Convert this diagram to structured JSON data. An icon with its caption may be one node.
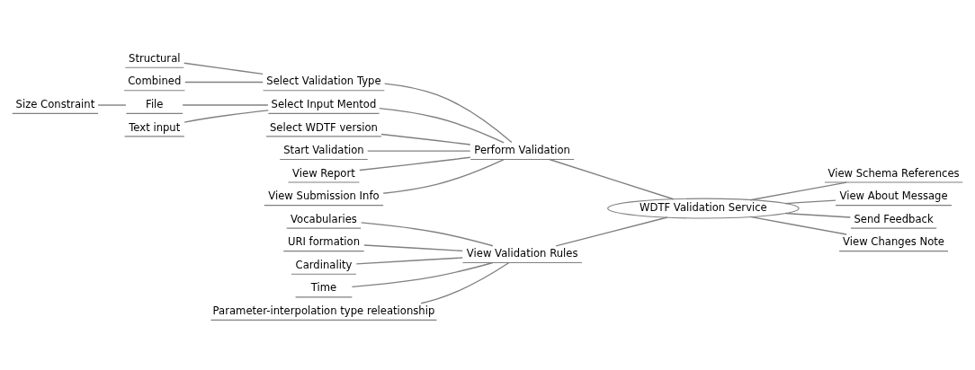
{
  "diagram": {
    "nodes": [
      {
        "text": [
          "WDTF Validation Service"
        ]
      },
      {
        "text": [
          "Perform Validation"
        ]
      },
      {
        "text": [
          "Select Validation Type"
        ]
      },
      {
        "text": [
          "Structural"
        ]
      },
      {
        "text": [
          "Combined"
        ]
      },
      {
        "text": [
          "Select Input Mentod"
        ]
      },
      {
        "text": [
          "File"
        ]
      },
      {
        "text": [
          "Size Constraint"
        ]
      },
      {
        "text": [
          "Text input"
        ]
      },
      {
        "text": [
          "Select WDTF version"
        ]
      },
      {
        "text": [
          "Start Validation"
        ]
      },
      {
        "text": [
          "View Report"
        ]
      },
      {
        "text": [
          "View Submission Info"
        ]
      },
      {
        "text": [
          "View Validation Rules"
        ]
      },
      {
        "text": [
          "Vocabularies"
        ]
      },
      {
        "text": [
          "URI formation"
        ]
      },
      {
        "text": [
          "Cardinality"
        ]
      },
      {
        "text": [
          "Time"
        ]
      },
      {
        "text": [
          "Parameter-interpolation type releationship"
        ]
      },
      {
        "text": [
          "View Schema References"
        ]
      },
      {
        "text": [
          "View About Message"
        ]
      },
      {
        "text": [
          "Send Feedback"
        ]
      },
      {
        "text": [
          "View Changes Note"
        ]
      }
    ],
    "edges": [
      {
        "from": 0,
        "to": 1,
        "arrow": "none"
      },
      {
        "from": 1,
        "to": 2,
        "arrow": "none"
      },
      {
        "from": 2,
        "to": 3,
        "arrow": "none"
      },
      {
        "from": 2,
        "to": 4,
        "arrow": "none"
      },
      {
        "from": 1,
        "to": 5,
        "arrow": "none"
      },
      {
        "from": 5,
        "to": 6,
        "arrow": "none"
      },
      {
        "from": 6,
        "to": 7,
        "arrow": "none"
      },
      {
        "from": 5,
        "to": 8,
        "arrow": "none"
      },
      {
        "from": 1,
        "to": 9,
        "arrow": "none"
      },
      {
        "from": 1,
        "to": 10,
        "arrow": "none"
      },
      {
        "from": 1,
        "to": 11,
        "arrow": "none"
      },
      {
        "from": 1,
        "to": 12,
        "arrow": "none"
      },
      {
        "from": 0,
        "to": 13,
        "arrow": "none"
      },
      {
        "from": 13,
        "to": 14,
        "arrow": "none"
      },
      {
        "from": 13,
        "to": 15,
        "arrow": "none"
      },
      {
        "from": 13,
        "to": 16,
        "arrow": "none"
      },
      {
        "from": 13,
        "to": 17,
        "arrow": "none"
      },
      {
        "from": 13,
        "to": 18,
        "arrow": "none"
      },
      {
        "from": 0,
        "to": 19,
        "arrow": "none"
      },
      {
        "from": 0,
        "to": 20,
        "arrow": "none"
      },
      {
        "from": 0,
        "to": 21,
        "arrow": "none"
      },
      {
        "from": 0,
        "to": 22,
        "arrow": "none"
      }
    ]
  }
}
